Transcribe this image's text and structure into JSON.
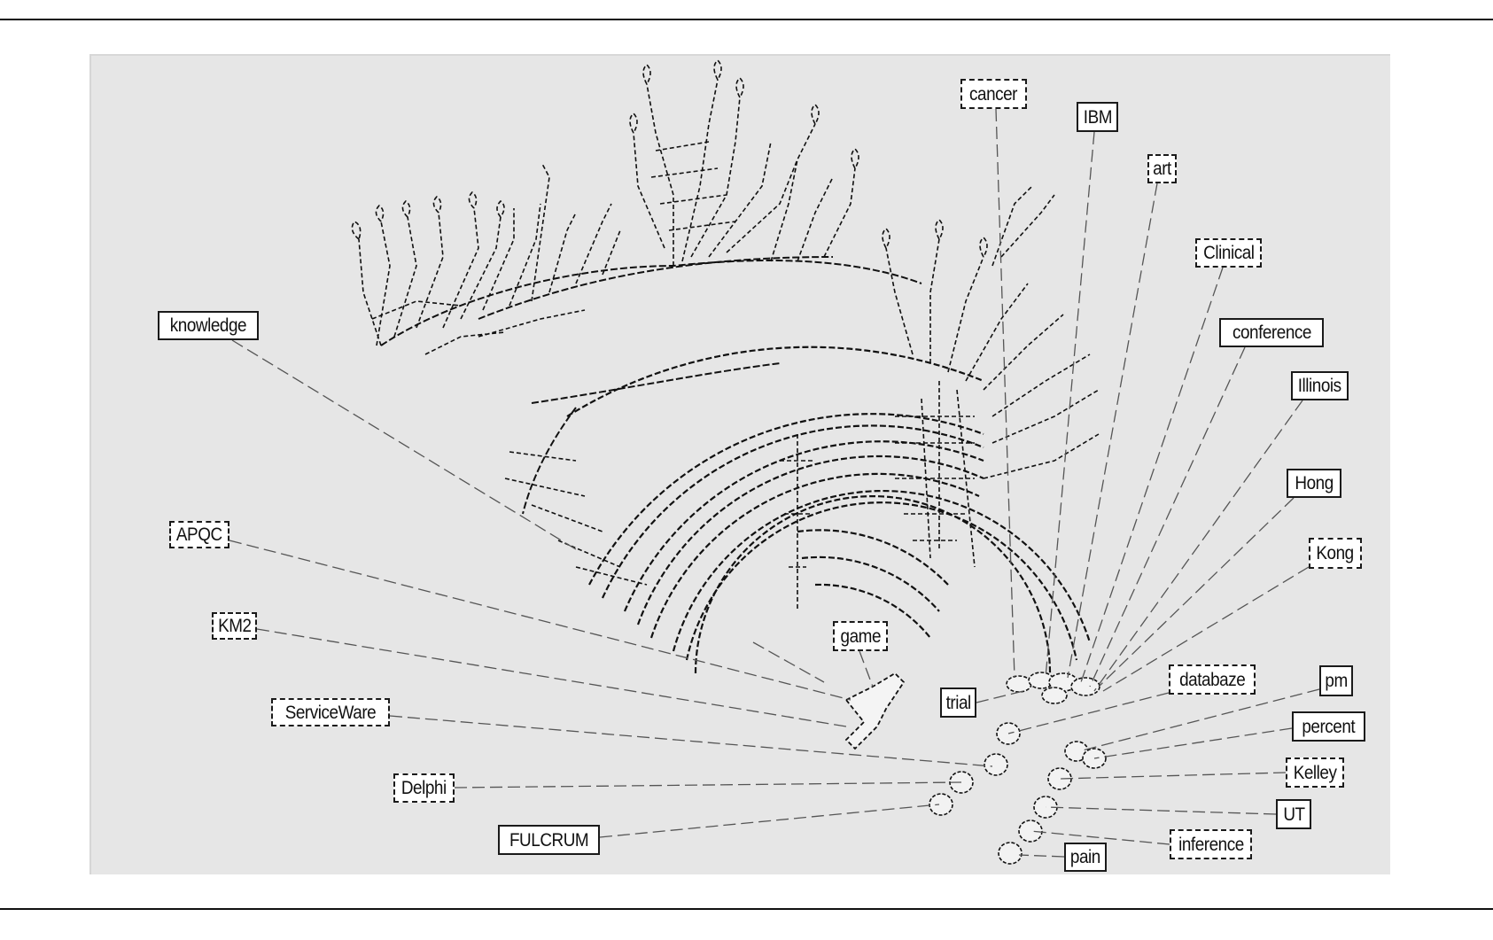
{
  "figure": {
    "panel_color": "#e6e6e6",
    "line_color": "#111111",
    "leader_color": "#5a5a5a"
  },
  "labels": {
    "knowledge": "knowledge",
    "apqc": "APQC",
    "km2": "KM2",
    "serviceware": "ServiceWare",
    "delphi": "Delphi",
    "fulcrum": "FULCRUM",
    "game": "game",
    "trial": "trial",
    "cancer": "cancer",
    "ibm": "IBM",
    "art": "art",
    "clinical": "Clinical",
    "conference": "conference",
    "illinois": "Illinois",
    "hong": "Hong",
    "kong": "Kong",
    "databaze": "databaze",
    "pm": "pm",
    "percent": "percent",
    "kelley": "Kelley",
    "ut": "UT",
    "inference": "inference",
    "pain": "pain"
  }
}
